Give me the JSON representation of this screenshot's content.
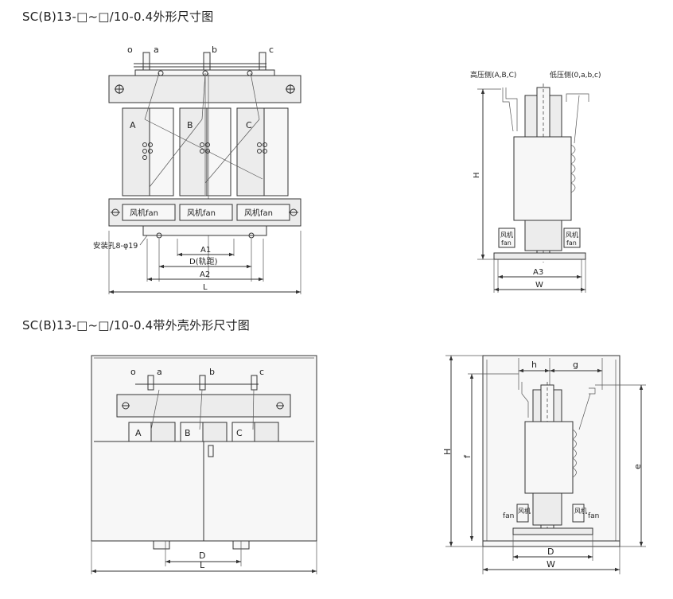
{
  "title_top": "SC(B)13-□~□/10-0.4外形尺寸图",
  "title_bottom": "SC(B)13-□~□/10-0.4带外壳外形尺寸图",
  "front_view": {
    "terminals": [
      "o",
      "a",
      "b",
      "c"
    ],
    "phases": [
      "A",
      "B",
      "C"
    ],
    "fan_label": "风机fan",
    "hole_label": "安装孔8-φ19",
    "dims": [
      "A1",
      "D(轨距)",
      "A2",
      "L"
    ]
  },
  "side_view": {
    "hv_label": "高压侧(A,B,C)",
    "lv_label": "低压侧(0,a,b,c)",
    "fan_cn": "风机",
    "fan_en": "fan",
    "dims": [
      "H",
      "A3",
      "W"
    ]
  },
  "enclosure_front": {
    "terminals": [
      "o",
      "a",
      "b",
      "c"
    ],
    "phases": [
      "A",
      "B",
      "C"
    ],
    "dims": [
      "D",
      "L"
    ]
  },
  "enclosure_side": {
    "fan_cn": "风机",
    "fan_en": "fan",
    "dims": [
      "h",
      "g",
      "H",
      "f",
      "e",
      "D",
      "W"
    ]
  }
}
